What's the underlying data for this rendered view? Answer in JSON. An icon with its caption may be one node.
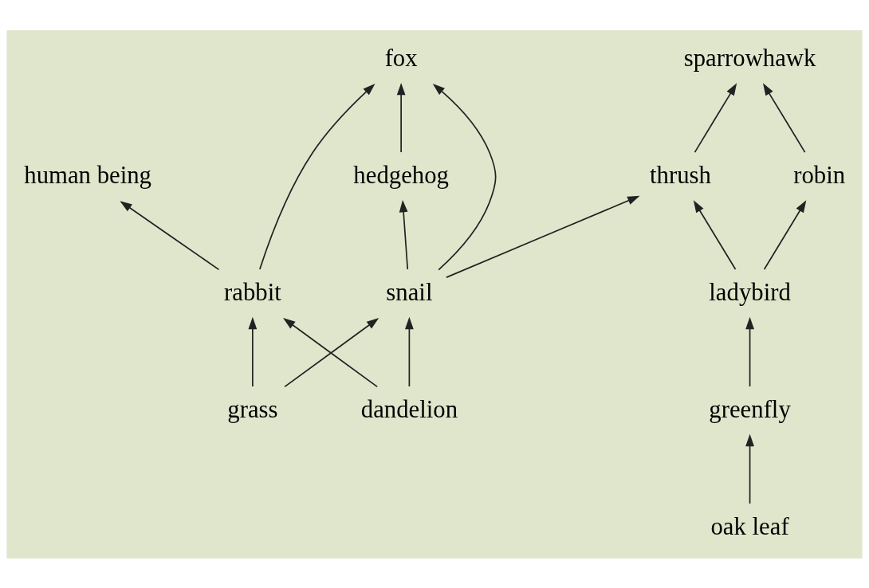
{
  "diagram": {
    "nodes": [
      {
        "text": [
          "fox"
        ]
      },
      {
        "text": [
          "human being"
        ]
      },
      {
        "text": [
          "sparrowhawk"
        ]
      },
      {
        "text": [
          "robin"
        ]
      },
      {
        "text": [
          "thrush"
        ]
      },
      {
        "text": [
          "hedgehog"
        ]
      },
      {
        "text": [
          "ladybird"
        ]
      },
      {
        "text": [
          "rabbit"
        ]
      },
      {
        "text": [
          "snail"
        ]
      },
      {
        "text": [
          "greenfly"
        ]
      },
      {
        "text": [
          "dandelion"
        ]
      },
      {
        "text": [
          "grass"
        ]
      },
      {
        "text": [
          "oak leaf"
        ]
      }
    ],
    "edges": [
      {
        "from": 7,
        "to": 1,
        "arrow": "to"
      },
      {
        "from": 7,
        "to": 0,
        "arrow": "to"
      },
      {
        "from": 5,
        "to": 0,
        "arrow": "to"
      },
      {
        "from": 8,
        "to": 0,
        "arrow": "to"
      },
      {
        "from": 8,
        "to": 5,
        "arrow": "to"
      },
      {
        "from": 8,
        "to": 4,
        "arrow": "to"
      },
      {
        "from": 4,
        "to": 2,
        "arrow": "to"
      },
      {
        "from": 6,
        "to": 4,
        "arrow": "to"
      },
      {
        "from": 3,
        "to": 2,
        "arrow": "to"
      },
      {
        "from": 6,
        "to": 3,
        "arrow": "to"
      },
      {
        "from": 9,
        "to": 6,
        "arrow": "to"
      },
      {
        "from": 12,
        "to": 9,
        "arrow": "to"
      },
      {
        "from": 10,
        "to": 7,
        "arrow": "to"
      },
      {
        "from": 10,
        "to": 8,
        "arrow": "to"
      },
      {
        "from": 11,
        "to": 8,
        "arrow": "to"
      },
      {
        "from": 11,
        "to": 7,
        "arrow": "to"
      }
    ]
  }
}
